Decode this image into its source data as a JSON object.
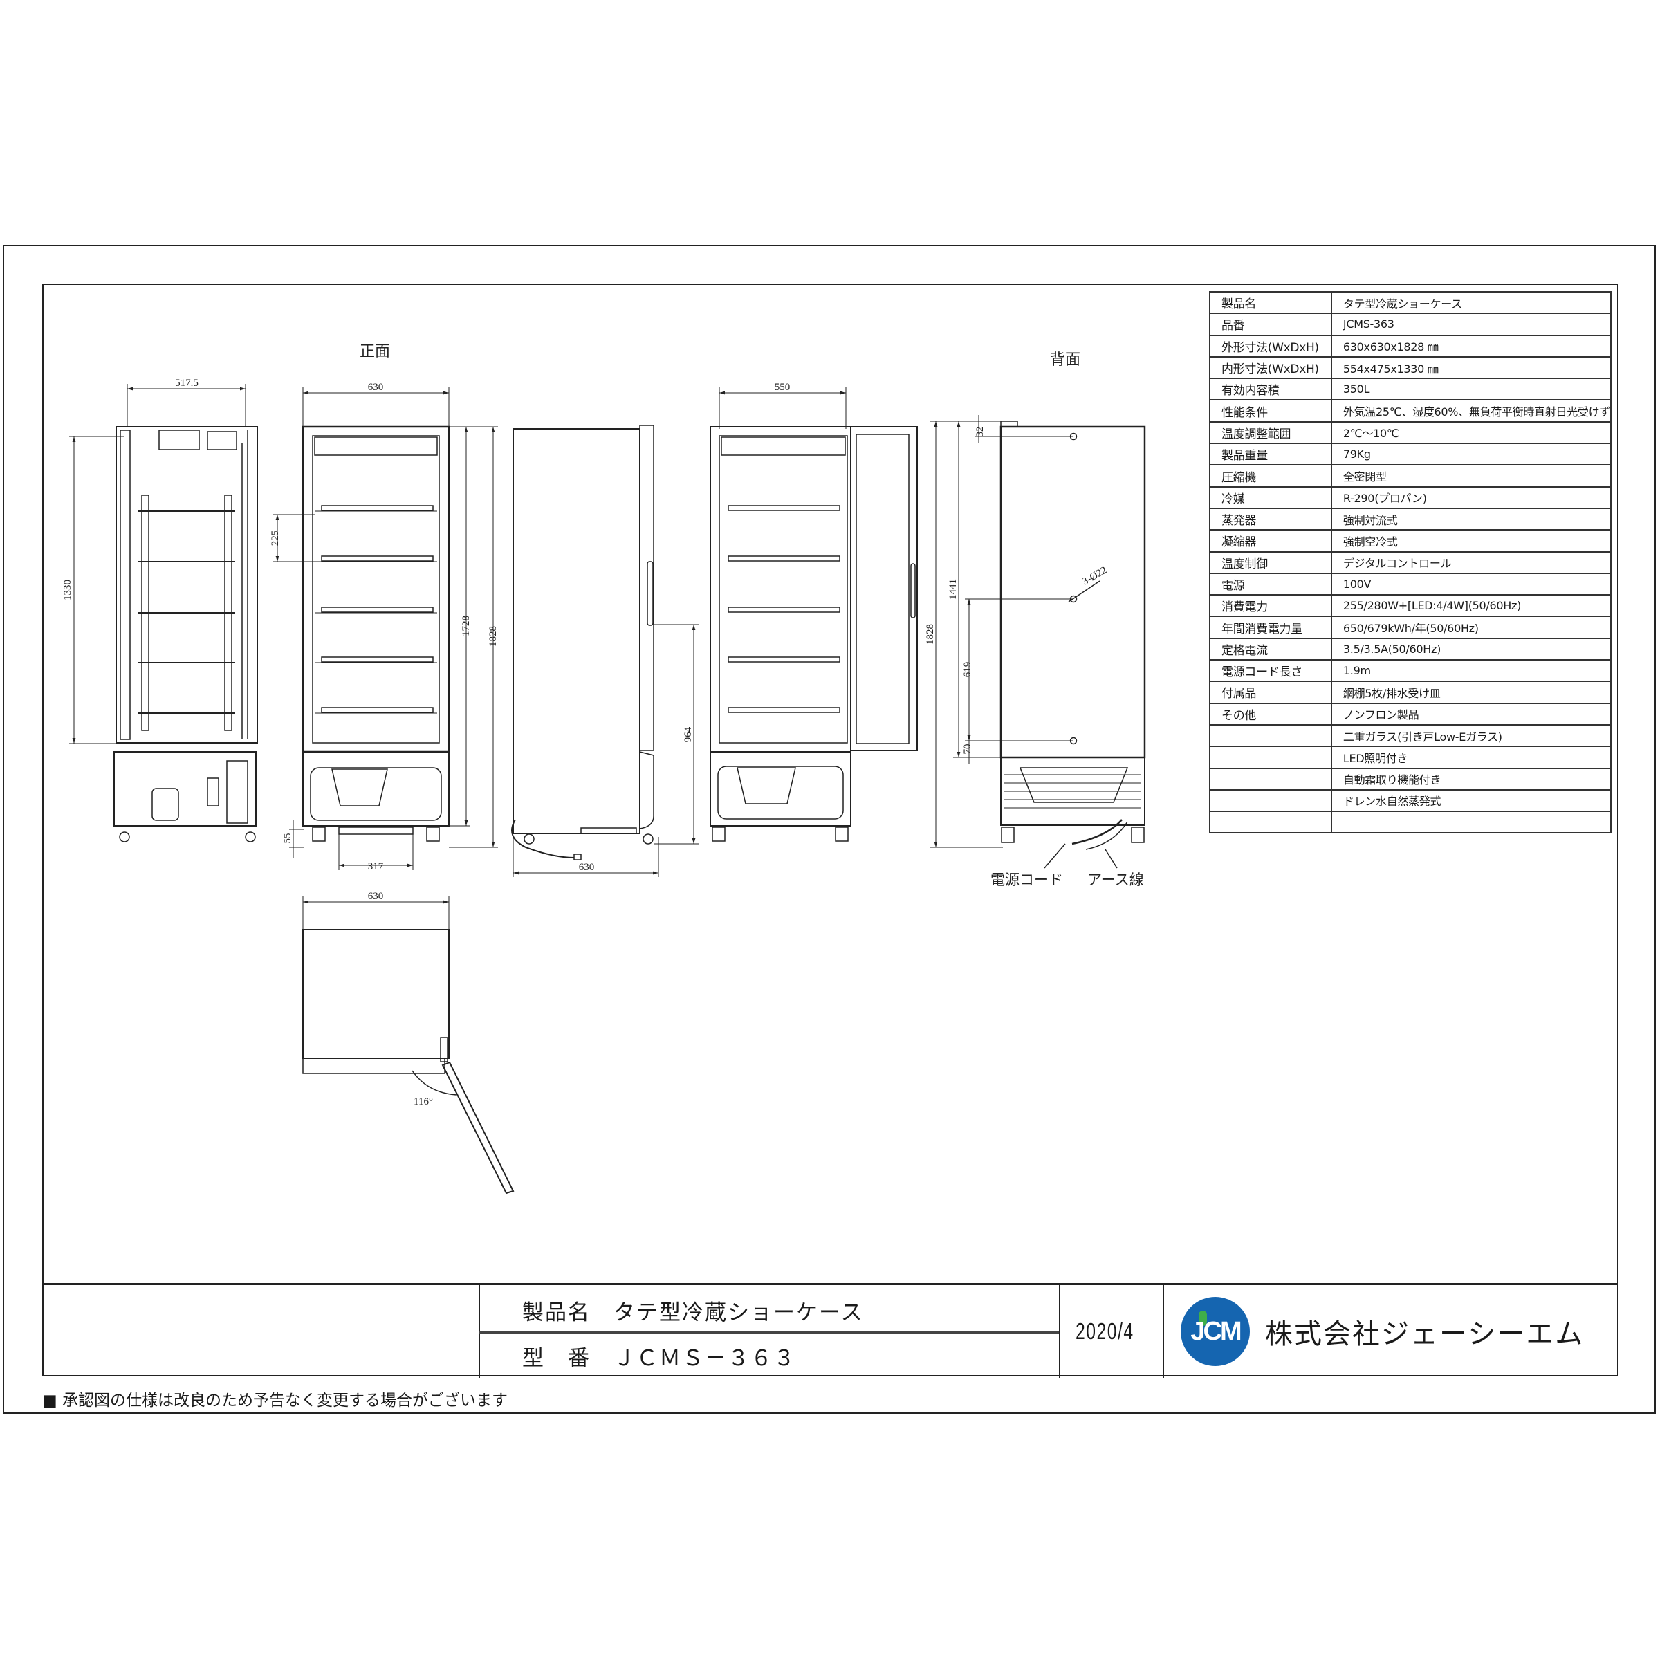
{
  "views": {
    "front": "正面",
    "rear": "背面"
  },
  "dimensions": {
    "side_inner_width": "517.5",
    "side_inner_height": "1330",
    "front_width": "630",
    "front_height_inner": "1728",
    "front_height_total": "1828",
    "shelf_pitch": "225",
    "caster_height": "55",
    "base_width": "317",
    "side_depth": "630",
    "handle_height": "964",
    "open_width": "550",
    "rear_height_total": "1828",
    "rear_height_upper": "1441",
    "rear_top_offset": "32",
    "rear_hole_spacing": "619",
    "rear_bottom_offset": "70",
    "rear_hole_note": "3-Ø22",
    "top_width": "630",
    "door_angle": "116°"
  },
  "callouts": {
    "power_cord": "電源コード",
    "ground_wire": "アース線"
  },
  "spec_table": [
    {
      "label": "製品名",
      "value": "タテ型冷蔵ショーケース"
    },
    {
      "label": "品番",
      "value": "JCMS-363"
    },
    {
      "label": "外形寸法(WxDxH)",
      "value": "630x630x1828 ㎜"
    },
    {
      "label": "内形寸法(WxDxH)",
      "value": "554x475x1330 ㎜"
    },
    {
      "label": "有効内容積",
      "value": "350L"
    },
    {
      "label": "性能条件",
      "value": "外気温25℃、湿度60%、無負荷平衡時直射日光受けず"
    },
    {
      "label": "温度調整範囲",
      "value": "2℃～10℃"
    },
    {
      "label": "製品重量",
      "value": "79Kg"
    },
    {
      "label": "圧縮機",
      "value": "全密閉型"
    },
    {
      "label": "冷媒",
      "value": "R-290(プロパン)"
    },
    {
      "label": "蒸発器",
      "value": "強制対流式"
    },
    {
      "label": "凝縮器",
      "value": "強制空冷式"
    },
    {
      "label": "温度制御",
      "value": "デジタルコントロール"
    },
    {
      "label": "電源",
      "value": "100V"
    },
    {
      "label": "消費電力",
      "value": "255/280W+[LED:4/4W](50/60Hz)"
    },
    {
      "label": "年間消費電力量",
      "value": "650/679kWh/年(50/60Hz)"
    },
    {
      "label": "定格電流",
      "value": "3.5/3.5A(50/60Hz)"
    },
    {
      "label": "電源コード長さ",
      "value": "1.9m"
    },
    {
      "label": "付属品",
      "value": "網棚5枚/排水受け皿"
    },
    {
      "label": "その他",
      "value": "ノンフロン製品"
    },
    {
      "label": "",
      "value": "二重ガラス(引き戸Low-Eガラス)"
    },
    {
      "label": "",
      "value": "LED照明付き"
    },
    {
      "label": "",
      "value": "自動霜取り機能付き"
    },
    {
      "label": "",
      "value": "ドレン水自然蒸発式"
    },
    {
      "label": "",
      "value": ""
    }
  ],
  "title_block": {
    "product_name": "製品名　タテ型冷蔵ショーケース",
    "model": "型　番　ＪＣＭＳ－３６３",
    "date": "2020/4",
    "logo_text": "JCM",
    "company": "株式会社ジェーシーエム",
    "logo_color": "#1565b0",
    "logo_accent": "#3fae49"
  },
  "footer_note": "■ 承認図の仕様は改良のため予告なく変更する場合がございます"
}
